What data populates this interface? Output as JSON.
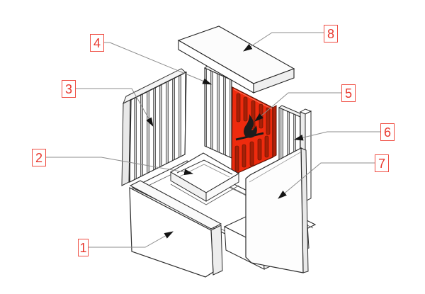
{
  "diagram": {
    "type": "exploded-parts-diagram",
    "background": "#ffffff",
    "line_color": "#2b2b2b",
    "highlight_color": "#ee2b0e",
    "callout_color": "#e8362c",
    "flame_icon": "flame",
    "callouts": [
      {
        "number": "1"
      },
      {
        "number": "2"
      },
      {
        "number": "3"
      },
      {
        "number": "4"
      },
      {
        "number": "5"
      },
      {
        "number": "6"
      },
      {
        "number": "7"
      },
      {
        "number": "8"
      }
    ]
  }
}
